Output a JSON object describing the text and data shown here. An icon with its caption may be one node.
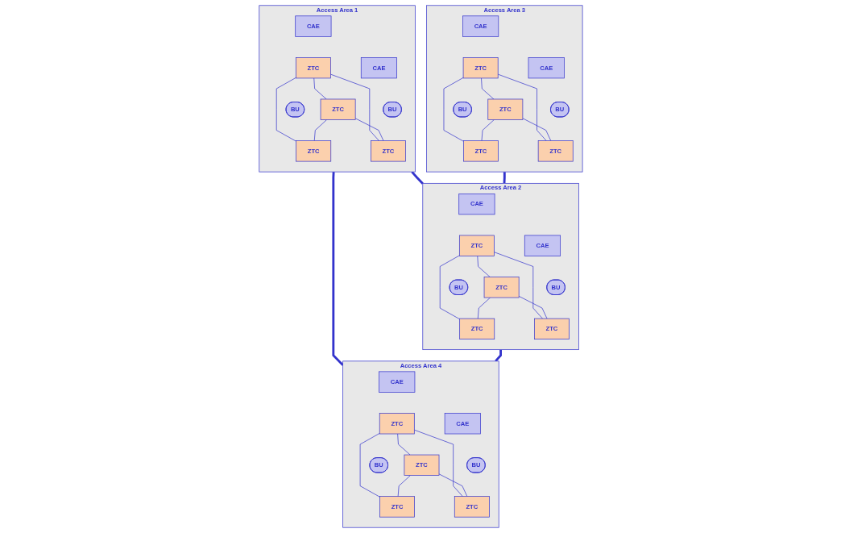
{
  "diagram": {
    "nodes": [
      {
        "text": [
          "Access Area 1"
        ]
      },
      {
        "text": [
          "ZTC"
        ],
        "in": 0
      },
      {
        "text": [
          "CAE"
        ],
        "in": 0
      },
      {
        "text": [
          "ZTC"
        ],
        "in": 0
      },
      {
        "text": [
          "CAE"
        ],
        "in": 0
      },
      {
        "text": [
          "ZTC"
        ],
        "in": 0
      },
      {
        "text": [
          "BU"
        ],
        "in": 0
      },
      {
        "text": [
          "ZTC"
        ],
        "in": 0
      },
      {
        "text": [
          "BU"
        ],
        "in": 0
      },
      {
        "text": [
          "Access Area 2"
        ]
      },
      {
        "text": [
          "ZTC"
        ],
        "in": 9
      },
      {
        "text": [
          "CAE"
        ],
        "in": 9
      },
      {
        "text": [
          "ZTC"
        ],
        "in": 9
      },
      {
        "text": [
          "CAE"
        ],
        "in": 9
      },
      {
        "text": [
          "ZTC"
        ],
        "in": 9
      },
      {
        "text": [
          "BU"
        ],
        "in": 9
      },
      {
        "text": [
          "ZTC"
        ],
        "in": 9
      },
      {
        "text": [
          "BU"
        ],
        "in": 9
      },
      {
        "text": [
          "Access Area 3"
        ]
      },
      {
        "text": [
          "ZTC"
        ],
        "in": 18
      },
      {
        "text": [
          "CAE"
        ],
        "in": 18
      },
      {
        "text": [
          "ZTC"
        ],
        "in": 18
      },
      {
        "text": [
          "CAE"
        ],
        "in": 18
      },
      {
        "text": [
          "ZTC"
        ],
        "in": 18
      },
      {
        "text": [
          "BU"
        ],
        "in": 18
      },
      {
        "text": [
          "ZTC"
        ],
        "in": 18
      },
      {
        "text": [
          "BU"
        ],
        "in": 18
      },
      {
        "text": [
          "Access Area 4"
        ]
      },
      {
        "text": [
          "ZTC"
        ],
        "in": 27
      },
      {
        "text": [
          "CAE"
        ],
        "in": 27
      },
      {
        "text": [
          "ZTC"
        ],
        "in": 27
      },
      {
        "text": [
          "CAE"
        ],
        "in": 27
      },
      {
        "text": [
          "ZTC"
        ],
        "in": 27
      },
      {
        "text": [
          "BU"
        ],
        "in": 27
      },
      {
        "text": [
          "ZTC"
        ],
        "in": 27
      },
      {
        "text": [
          "BU"
        ],
        "in": 27
      }
    ],
    "edges": [
      {
        "from": 1,
        "to": 3,
        "arrow": "none"
      },
      {
        "from": 1,
        "to": 5,
        "arrow": "none"
      },
      {
        "from": 1,
        "to": 7,
        "arrow": "none"
      },
      {
        "from": 3,
        "to": 5,
        "arrow": "none"
      },
      {
        "from": 3,
        "to": 7,
        "arrow": "none"
      },
      {
        "from": 10,
        "to": 12,
        "arrow": "none"
      },
      {
        "from": 10,
        "to": 14,
        "arrow": "none"
      },
      {
        "from": 10,
        "to": 16,
        "arrow": "none"
      },
      {
        "from": 12,
        "to": 14,
        "arrow": "none"
      },
      {
        "from": 12,
        "to": 16,
        "arrow": "none"
      },
      {
        "from": 19,
        "to": 21,
        "arrow": "none"
      },
      {
        "from": 19,
        "to": 23,
        "arrow": "none"
      },
      {
        "from": 19,
        "to": 25,
        "arrow": "none"
      },
      {
        "from": 21,
        "to": 23,
        "arrow": "none"
      },
      {
        "from": 21,
        "to": 25,
        "arrow": "none"
      },
      {
        "from": 28,
        "to": 30,
        "arrow": "none"
      },
      {
        "from": 28,
        "to": 32,
        "arrow": "none"
      },
      {
        "from": 28,
        "to": 34,
        "arrow": "none"
      },
      {
        "from": 30,
        "to": 32,
        "arrow": "none"
      },
      {
        "from": 30,
        "to": 34,
        "arrow": "none"
      },
      {
        "from": 0,
        "to": 9,
        "arrow": "none",
        "style": "thick"
      },
      {
        "from": 0,
        "to": 27,
        "arrow": "none",
        "style": "thick"
      },
      {
        "from": 18,
        "to": 9,
        "arrow": "none",
        "style": "thick"
      },
      {
        "from": 9,
        "to": 27,
        "arrow": "none",
        "style": "thick"
      }
    ]
  }
}
